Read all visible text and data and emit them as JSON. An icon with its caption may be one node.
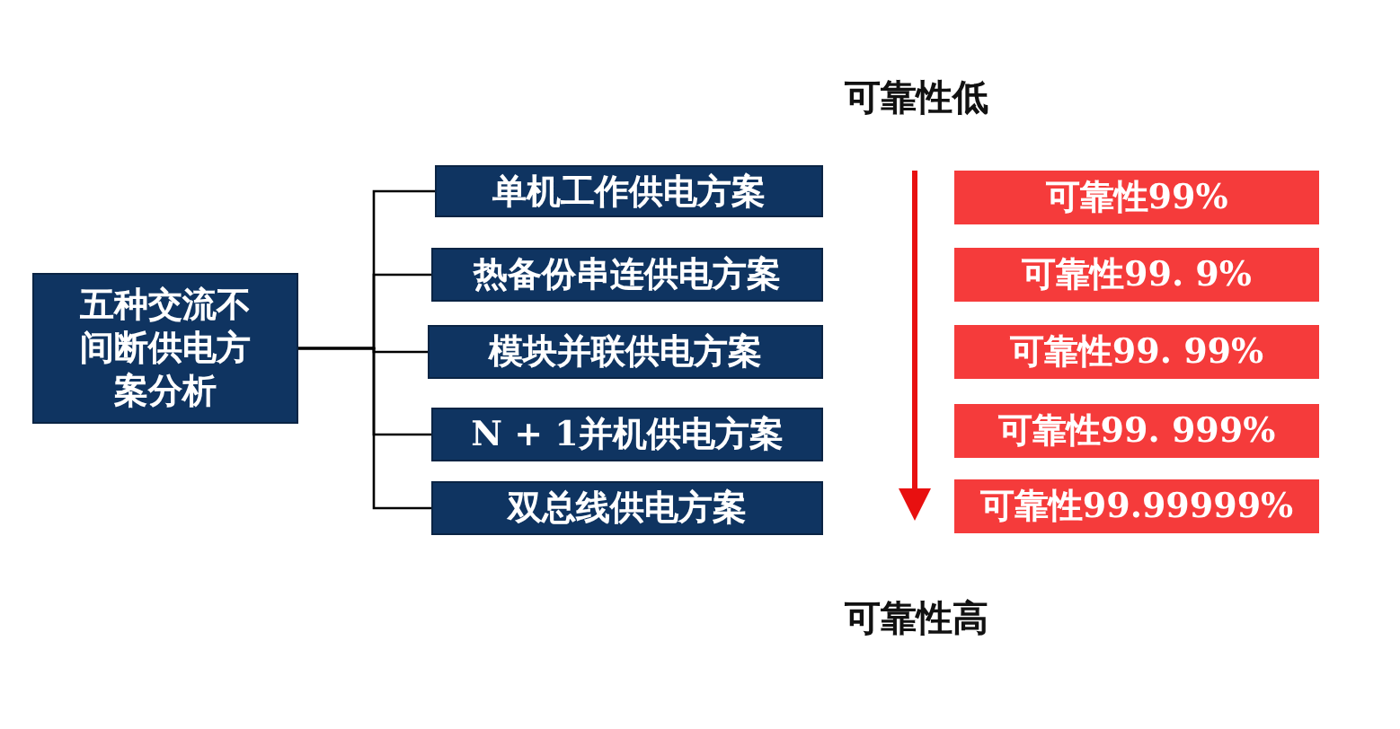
{
  "diagram": {
    "nodes": [
      {
        "text": [
          "五种交流不间断供电方案分析"
        ]
      },
      {
        "text": [
          "单机工作供电方案"
        ]
      },
      {
        "text": [
          "热备份串连供电方案"
        ]
      },
      {
        "text": [
          "模块并联供电方案"
        ]
      },
      {
        "text": [
          "N + 1并机供电方案"
        ]
      },
      {
        "text": [
          "双总线供电方案"
        ]
      },
      {
        "text": [
          "可靠性99%"
        ]
      },
      {
        "text": [
          "可靠性99. 9%"
        ]
      },
      {
        "text": [
          "可靠性99. 99%"
        ]
      },
      {
        "text": [
          "可靠性99. 999%"
        ]
      },
      {
        "text": [
          "可靠性99.99999%"
        ]
      }
    ],
    "edges": [
      {
        "from": 0,
        "to": 1,
        "arrow": "none"
      },
      {
        "from": 0,
        "to": 2,
        "arrow": "none"
      },
      {
        "from": 0,
        "to": 3,
        "arrow": "none"
      },
      {
        "from": 0,
        "to": 4,
        "arrow": "none"
      },
      {
        "from": 0,
        "to": 5,
        "arrow": "none"
      }
    ],
    "labels": [
      "可靠性低",
      "可靠性高"
    ]
  }
}
